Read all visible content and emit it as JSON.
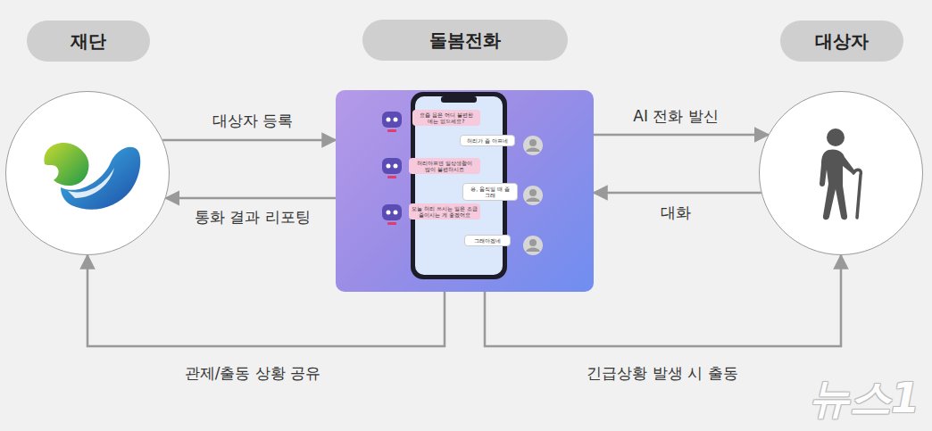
{
  "diagram": {
    "nodes": [
      {
        "text": [
          "재단"
        ]
      },
      {
        "text": [
          "돌봄전화"
        ]
      },
      {
        "text": [
          "요즘 몸은 어디 불편한 데는 없으세요?"
        ],
        "in": 1
      },
      {
        "text": [
          "허리가 좀 아프네"
        ],
        "in": 1
      },
      {
        "text": [
          "허리아프면 일상생활이 많이 불편하시죠"
        ],
        "in": 1
      },
      {
        "text": [
          "응, 움직일 때 좀 그래"
        ],
        "in": 1
      },
      {
        "text": [
          "오늘 허리 쓰시는 일은 조금 줄이시는 게 좋겠어요"
        ],
        "in": 1
      },
      {
        "text": [
          "그래야겠네"
        ],
        "in": 1
      },
      {
        "text": [
          "대상자"
        ]
      }
    ],
    "edges": [
      {
        "from": 0,
        "to": 1,
        "label": "대상자 등록",
        "arrow": "to"
      },
      {
        "from": 1,
        "to": 0,
        "label": "통화 결과 리포팅",
        "arrow": "to"
      },
      {
        "from": 1,
        "to": 8,
        "label": "AI 전화 발신",
        "arrow": "to"
      },
      {
        "from": 8,
        "to": 1,
        "label": "대화",
        "arrow": "to"
      },
      {
        "from": 1,
        "to": 0,
        "label": "관제/출동 상황 공유",
        "arrow": "to"
      },
      {
        "from": 1,
        "to": 8,
        "label": "긴급상황 발생 시 출동",
        "arrow": "to"
      }
    ],
    "labels": [
      "뉴스1"
    ]
  }
}
